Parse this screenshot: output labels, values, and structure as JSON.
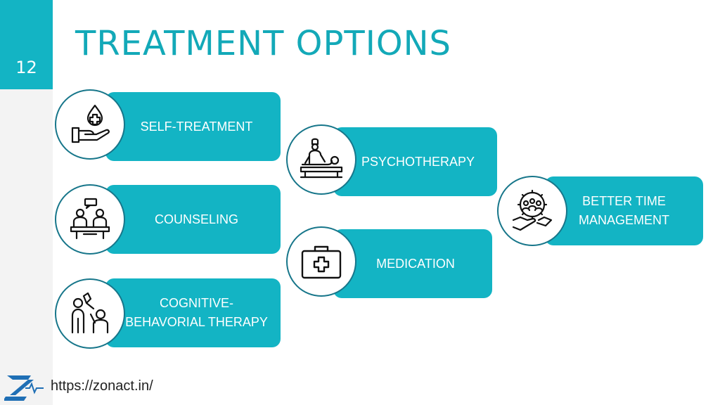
{
  "slide": {
    "number": "12",
    "title": "TREATMENT OPTIONS"
  },
  "options": [
    {
      "label": "SELF-TREATMENT",
      "icon": "hand-drop-icon"
    },
    {
      "label": "COUNSELING",
      "icon": "counseling-icon"
    },
    {
      "label": "COGNITIVE-\nBEHAVORIAL THERAPY",
      "icon": "high-five-icon"
    },
    {
      "label": "PSYCHOTHERAPY",
      "icon": "massage-therapy-icon"
    },
    {
      "label": "MEDICATION",
      "icon": "first-aid-kit-icon"
    },
    {
      "label": "BETTER TIME\nMANAGEMENT",
      "icon": "teamwork-gear-icon"
    }
  ],
  "footer": {
    "url": "https://zonact.in/",
    "logo_icon": "zonact-logo-icon"
  },
  "colors": {
    "accent": "#13b4c4",
    "title": "#13a9b8",
    "circle_border": "#17768a"
  }
}
